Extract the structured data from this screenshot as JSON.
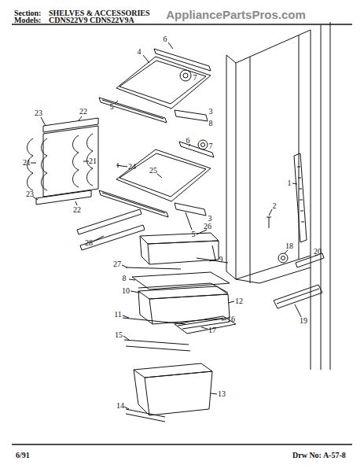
{
  "diagram": {
    "labels": [
      "Section:",
      "SHELVES & ACCESSORIES",
      "Models:",
      "CDNS22V9 CDNS22V9A",
      "AppliancePartsPros.com",
      "6",
      "7",
      "4",
      "5",
      "3",
      "8",
      "22",
      "23",
      "21",
      "21",
      "24",
      "23",
      "22",
      "6",
      "7",
      "25",
      "3",
      "5",
      "1",
      "2",
      "18",
      "20",
      "19",
      "26",
      "28",
      "27",
      "9",
      "8",
      "10",
      "12",
      "11",
      "16",
      "17",
      "15",
      "14",
      "13",
      "6/91",
      "Drw No: A-57-8"
    ]
  }
}
